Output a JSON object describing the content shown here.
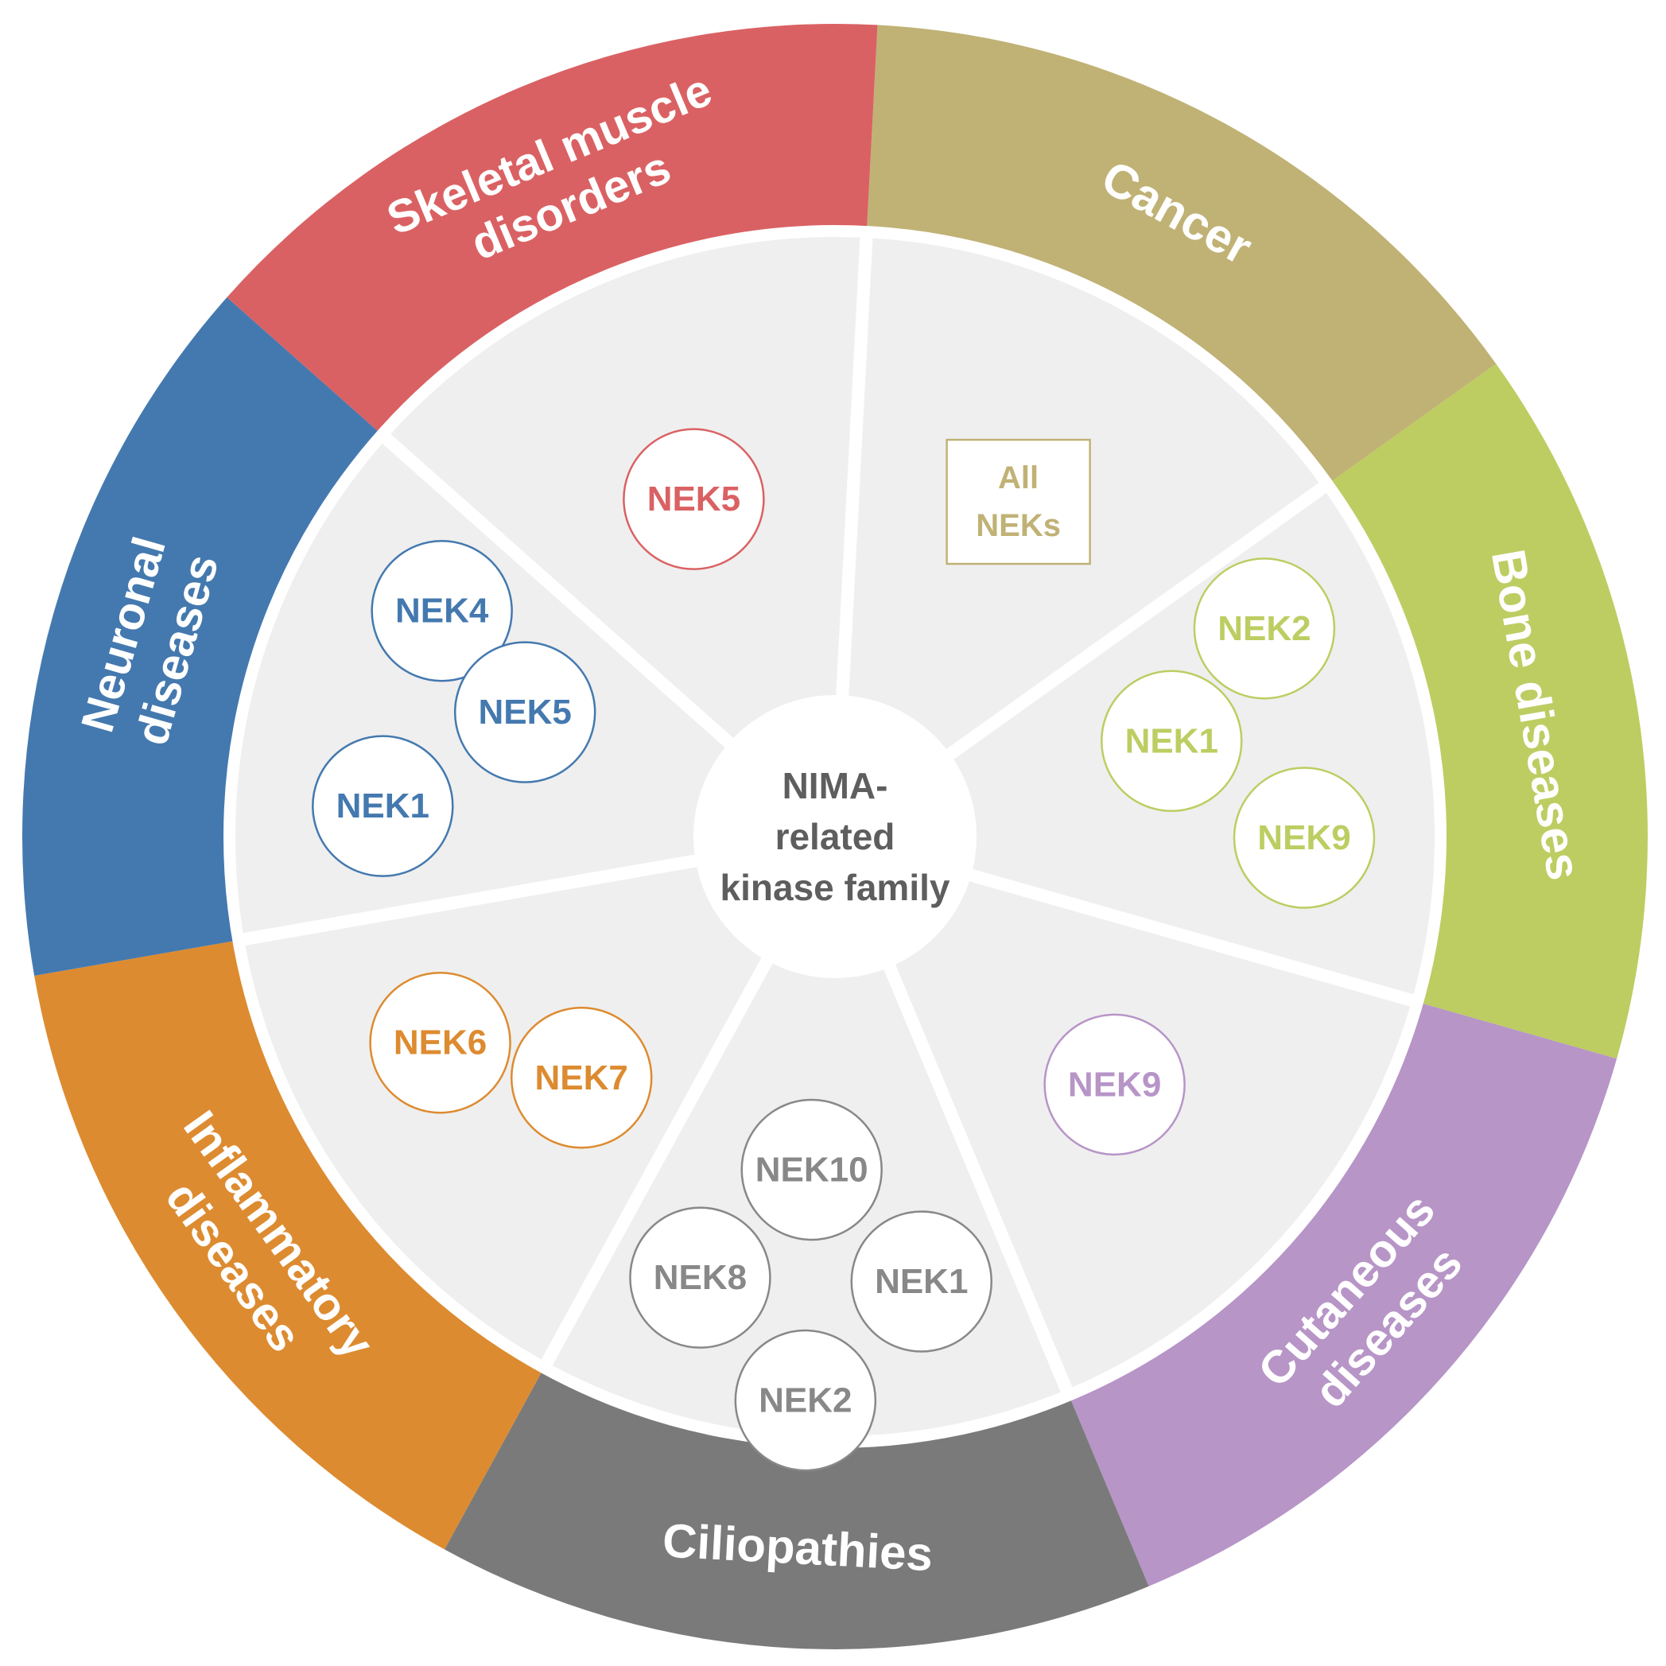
{
  "center": {
    "lines": [
      "NIMA-",
      "related",
      "kinase family"
    ],
    "text_color": "#5e5e5e"
  },
  "background": {
    "inner_fill": "#efefef",
    "divider": "#ffffff"
  },
  "categories": [
    {
      "id": "cancer",
      "lines": [
        "Cancer"
      ],
      "color": "#c0b275",
      "nek_color": "#c0b275",
      "neks": [],
      "box_lines": [
        "All",
        "NEKs"
      ]
    },
    {
      "id": "bone",
      "lines": [
        "Bone diseases"
      ],
      "color": "#bdcd62",
      "nek_color": "#bdcd62",
      "neks": [
        "NEK2",
        "NEK1",
        "NEK9"
      ]
    },
    {
      "id": "cutaneous",
      "lines": [
        "Cutaneous",
        "diseases"
      ],
      "color": "#b795c7",
      "nek_color": "#b795c7",
      "neks": [
        "NEK9"
      ]
    },
    {
      "id": "ciliopathies",
      "lines": [
        "Ciliopathies"
      ],
      "color": "#7a7a7a",
      "nek_color": "#888888",
      "neks": [
        "NEK10",
        "NEK8",
        "NEK1",
        "NEK2"
      ]
    },
    {
      "id": "inflammatory",
      "lines": [
        "Inflammatory",
        "diseases"
      ],
      "color": "#dd8b30",
      "nek_color": "#dd8b30",
      "neks": [
        "NEK7",
        "NEK6"
      ]
    },
    {
      "id": "neuronal",
      "lines": [
        "Neuronal",
        "diseases"
      ],
      "color": "#4479af",
      "nek_color": "#4479af",
      "neks": [
        "NEK4",
        "NEK5",
        "NEK1"
      ]
    },
    {
      "id": "skeletal",
      "lines": [
        "Skeletal muscle",
        "disorders"
      ],
      "color": "#da6163",
      "nek_color": "#da6163",
      "neks": [
        "NEK5"
      ]
    }
  ]
}
